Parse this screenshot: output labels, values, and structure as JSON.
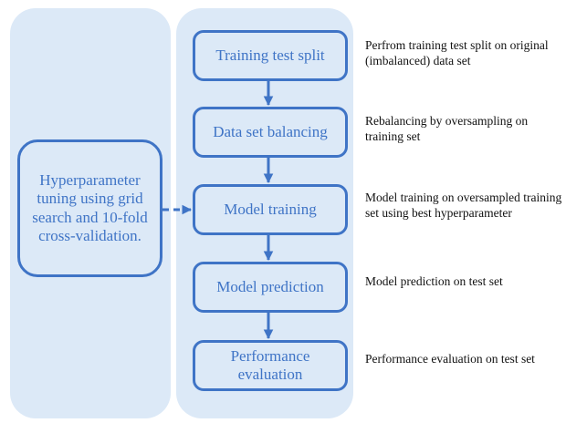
{
  "colors": {
    "panel": "#dce9f7",
    "accent": "#3f74c6",
    "text": "#111111"
  },
  "tuning": {
    "label": "Hyperparameter tuning using grid search and 10-fold cross-validation."
  },
  "steps": [
    {
      "label": "Training test split",
      "note": "Perfrom training test split on original (imbalanced) data set"
    },
    {
      "label": "Data set balancing",
      "note": "Rebalancing by oversampling on training set"
    },
    {
      "label": "Model training",
      "note": "Model training on oversampled training set using best hyperparameter"
    },
    {
      "label": "Model prediction",
      "note": "Model prediction on test set"
    },
    {
      "label": "Performance evaluation",
      "note": "Performance evaluation on test set"
    }
  ]
}
